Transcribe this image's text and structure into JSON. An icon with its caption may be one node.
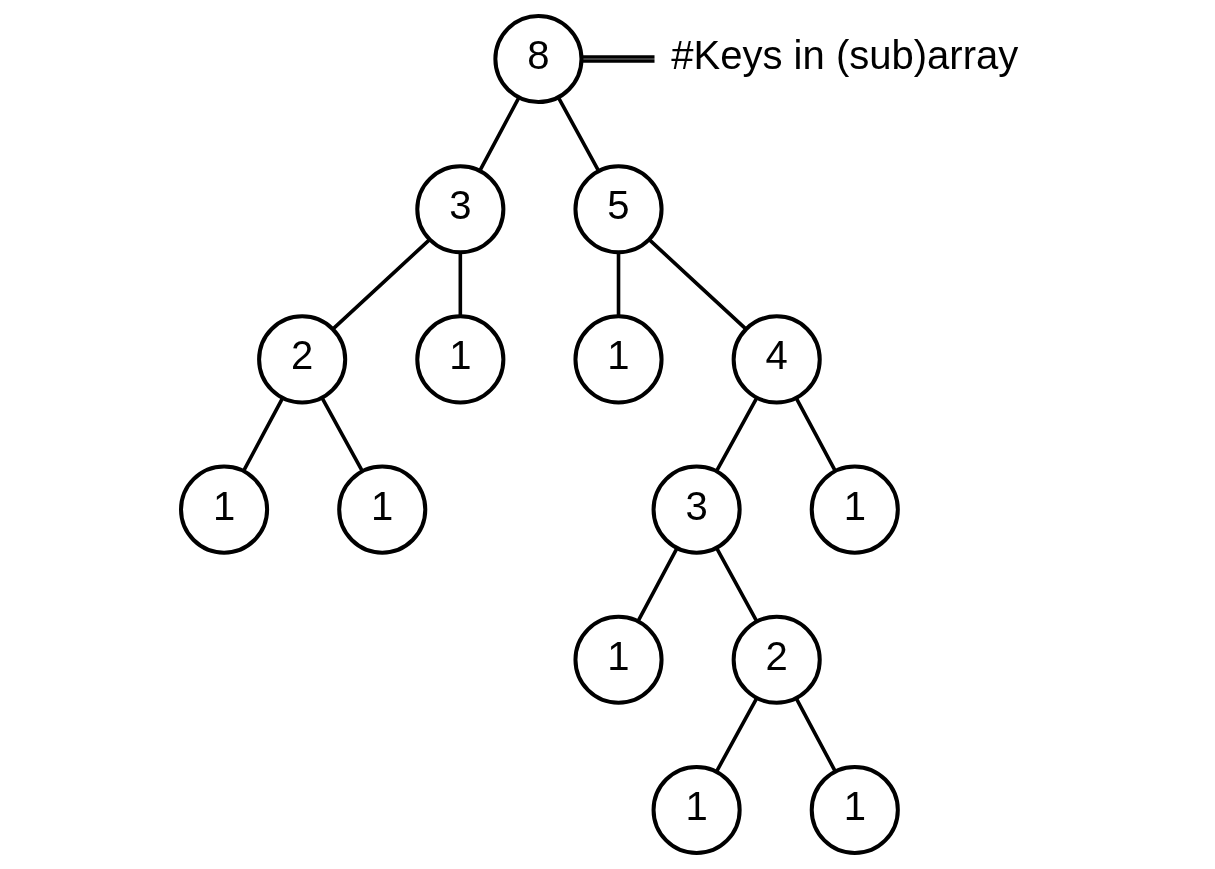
{
  "diagram": {
    "nodes": [
      {
        "text": [
          "8"
        ]
      },
      {
        "text": [
          "3"
        ]
      },
      {
        "text": [
          "5"
        ]
      },
      {
        "text": [
          "2"
        ]
      },
      {
        "text": [
          "1"
        ]
      },
      {
        "text": [
          "1"
        ]
      },
      {
        "text": [
          "4"
        ]
      },
      {
        "text": [
          "1"
        ]
      },
      {
        "text": [
          "1"
        ]
      },
      {
        "text": [
          "3"
        ]
      },
      {
        "text": [
          "1"
        ]
      },
      {
        "text": [
          "1"
        ]
      },
      {
        "text": [
          "2"
        ]
      },
      {
        "text": [
          "1"
        ]
      },
      {
        "text": [
          "1"
        ]
      },
      {
        "text": [
          "#Keys in (sub)array"
        ]
      }
    ],
    "edges": [
      {
        "from": 0,
        "to": 1,
        "arrow": "none"
      },
      {
        "from": 0,
        "to": 2,
        "arrow": "none"
      },
      {
        "from": 1,
        "to": 3,
        "arrow": "none"
      },
      {
        "from": 1,
        "to": 4,
        "arrow": "none"
      },
      {
        "from": 2,
        "to": 5,
        "arrow": "none"
      },
      {
        "from": 2,
        "to": 6,
        "arrow": "none"
      },
      {
        "from": 3,
        "to": 7,
        "arrow": "none"
      },
      {
        "from": 3,
        "to": 8,
        "arrow": "none"
      },
      {
        "from": 6,
        "to": 9,
        "arrow": "none"
      },
      {
        "from": 6,
        "to": 10,
        "arrow": "none"
      },
      {
        "from": 9,
        "to": 11,
        "arrow": "none"
      },
      {
        "from": 9,
        "to": 12,
        "arrow": "none"
      },
      {
        "from": 12,
        "to": 13,
        "arrow": "none"
      },
      {
        "from": 12,
        "to": 14,
        "arrow": "none"
      },
      {
        "from": 0,
        "to": 15,
        "arrow": "none"
      }
    ]
  }
}
